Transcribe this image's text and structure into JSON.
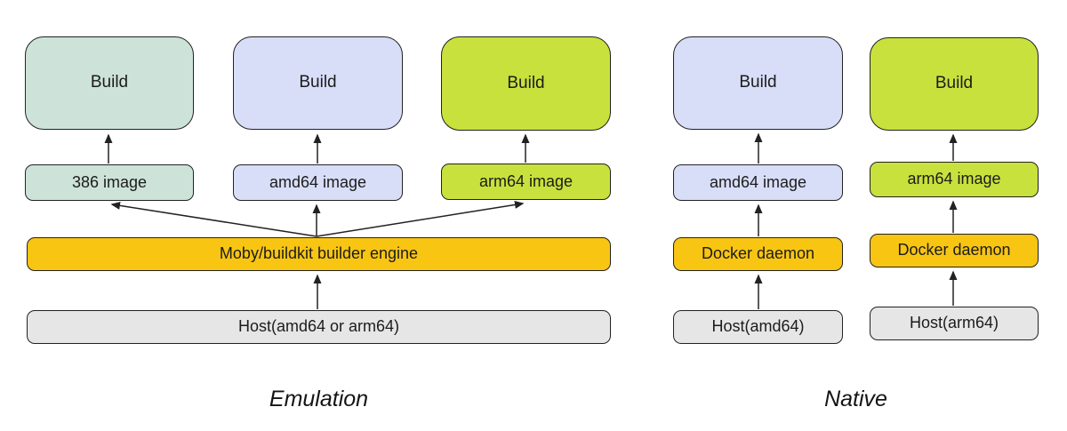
{
  "emulation": {
    "caption": "Emulation",
    "builds": [
      "Build",
      "Build",
      "Build"
    ],
    "images": [
      "386 image",
      "amd64 image",
      "arm64 image"
    ],
    "engine_label": "Moby/buildkit builder engine",
    "host_label": "Host(amd64 or arm64)"
  },
  "native": {
    "caption": "Native",
    "columns": [
      {
        "build": "Build",
        "image": "amd64 image",
        "daemon": "Docker daemon",
        "host": "Host(amd64)"
      },
      {
        "build": "Build",
        "image": "arm64 image",
        "daemon": "Docker daemon",
        "host": "Host(arm64)"
      }
    ]
  },
  "colors": {
    "teal": "#cde3d9",
    "lavender": "#d8def8",
    "green": "#c9e13c",
    "orange": "#f8c513",
    "gray": "#e6e6e6",
    "stroke": "#222222"
  }
}
